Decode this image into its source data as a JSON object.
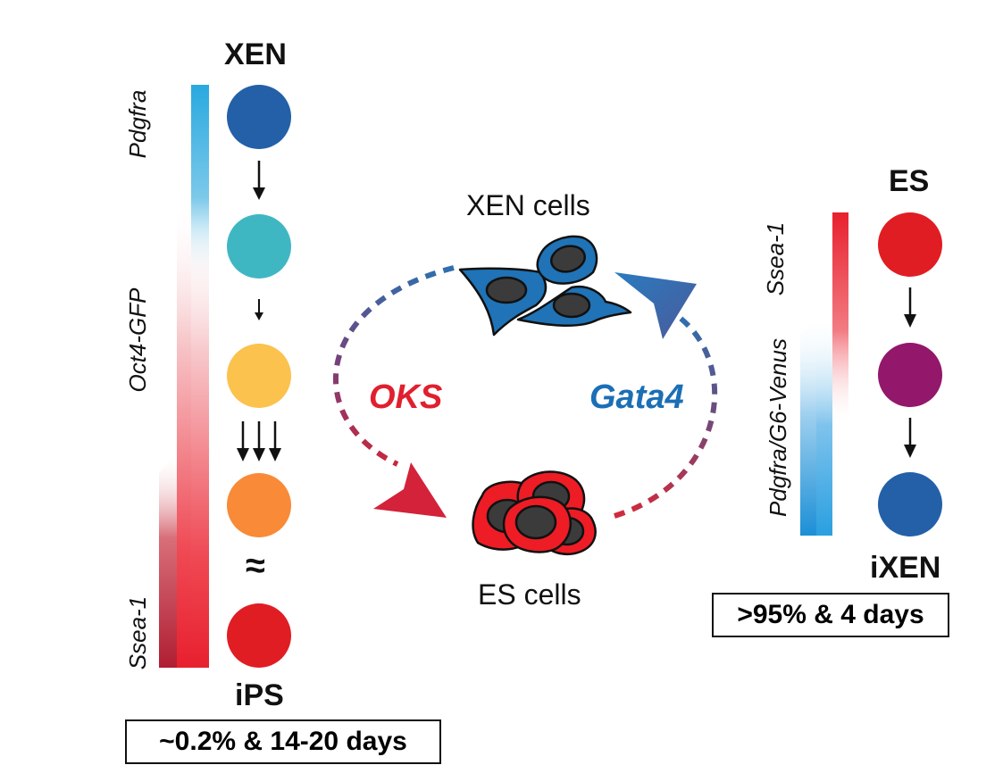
{
  "left": {
    "top_title": "XEN",
    "bottom_title": "iPS",
    "marker_top": "Pdgfra",
    "marker_mid": "Oct4-GFP",
    "marker_bottom": "Ssea-1",
    "efficiency": "~0.2% & 14-20 days",
    "approx_symbol": "≈",
    "colors": [
      "#2360a8",
      "#3fb7c3",
      "#fbc24d",
      "#f98a37",
      "#e01d23"
    ]
  },
  "center": {
    "xen_cells_label": "XEN cells",
    "es_cells_label": "ES cells",
    "factor_left": "OKS",
    "factor_right": "Gata4",
    "factor_left_color": "#e0202e",
    "factor_right_color": "#1b6fb5"
  },
  "right": {
    "top_title": "ES",
    "bottom_title": "iXEN",
    "marker_top": "Ssea-1",
    "marker_bottom": "Pdgfra/G6-Venus",
    "efficiency": ">95% & 4 days",
    "colors": [
      "#e01d23",
      "#93176a",
      "#2360a8"
    ]
  }
}
